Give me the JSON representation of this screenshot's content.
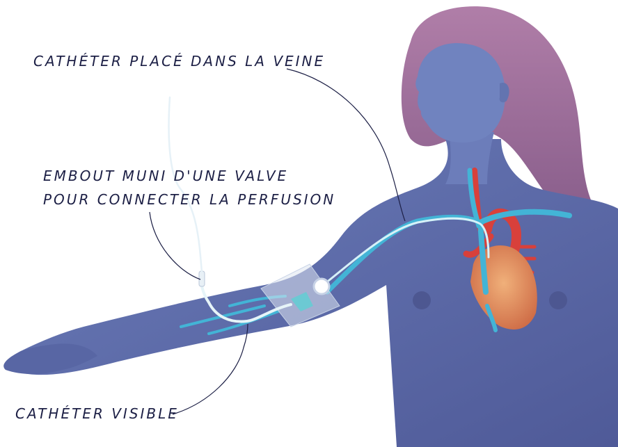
{
  "labels": {
    "catheter_in_vein": "CATHÉTER PLACÉ DANS LA VEINE",
    "valve_line1": "EMBOUT MUNI D'UNE VALVE",
    "valve_line2": "POUR CONNECTER LA PERFUSION",
    "visible_catheter": "CATHÉTER VISIBLE"
  },
  "colors": {
    "body": "#5d6aa6",
    "body_light": "#6f80bb",
    "hair": "#a3729c",
    "heart": "#d9865a",
    "artery": "#d8403b",
    "vein": "#43b4d6",
    "catheter": "#d7f1f8",
    "text": "#1c1f45"
  }
}
